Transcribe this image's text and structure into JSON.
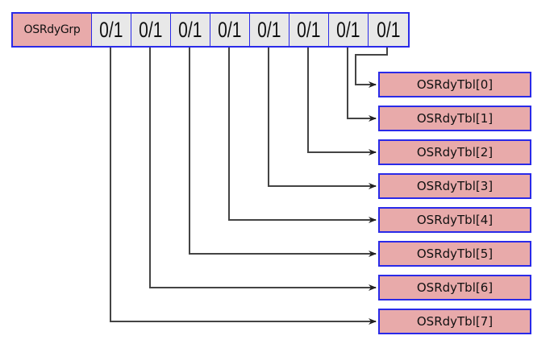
{
  "group": {
    "label": "OSRdyGrp",
    "bits": [
      "0/1",
      "0/1",
      "0/1",
      "0/1",
      "0/1",
      "0/1",
      "0/1",
      "0/1"
    ]
  },
  "table": {
    "entries": [
      "OSRdyTbl[0]",
      "OSRdyTbl[1]",
      "OSRdyTbl[2]",
      "OSRdyTbl[3]",
      "OSRdyTbl[4]",
      "OSRdyTbl[5]",
      "OSRdyTbl[6]",
      "OSRdyTbl[7]"
    ]
  },
  "connections": [
    {
      "from_bit_index": 7,
      "to_entry": 0
    },
    {
      "from_bit_index": 6,
      "to_entry": 1
    },
    {
      "from_bit_index": 5,
      "to_entry": 2
    },
    {
      "from_bit_index": 4,
      "to_entry": 3
    },
    {
      "from_bit_index": 3,
      "to_entry": 4
    },
    {
      "from_bit_index": 2,
      "to_entry": 5
    },
    {
      "from_bit_index": 1,
      "to_entry": 6
    },
    {
      "from_bit_index": 0,
      "to_entry": 7
    }
  ],
  "colors": {
    "box_border": "#2a2ae8",
    "name_fill": "#e8aaaa",
    "bit_fill": "#e8e8e8",
    "line": "#444444"
  }
}
